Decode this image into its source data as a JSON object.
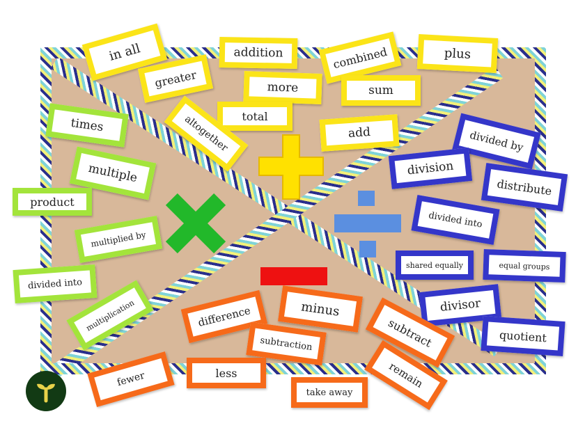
{
  "scene": {
    "colors": {
      "board": "#d8b89a",
      "addition_cards": "#fbe418",
      "multiplication_cards": "#a3e43b",
      "division_cards": "#3436c9",
      "subtraction_cards": "#f66a1a",
      "plus_symbol": "#ffe100",
      "times_symbol": "#22b82a",
      "divide_symbol": "#5b8fe0",
      "minus_symbol": "#ee1111",
      "logo_background": "#123a14",
      "logo_glyph": "#e8d24a"
    },
    "addition_words": [
      "in all",
      "greater",
      "addition",
      "more",
      "total",
      "combined",
      "sum",
      "plus",
      "add",
      "altogether"
    ],
    "multiplication_words": [
      "times",
      "multiple",
      "product",
      "multiplied by",
      "divided into",
      "multiplication"
    ],
    "division_words": [
      "divided by",
      "division",
      "distribute",
      "divided into",
      "shared equally",
      "equal groups",
      "divisor",
      "quotient"
    ],
    "subtraction_words": [
      "difference",
      "minus",
      "subtract",
      "subtraction",
      "fewer",
      "less",
      "remain",
      "take away"
    ],
    "logo_icon": "sprout-logo-icon"
  }
}
